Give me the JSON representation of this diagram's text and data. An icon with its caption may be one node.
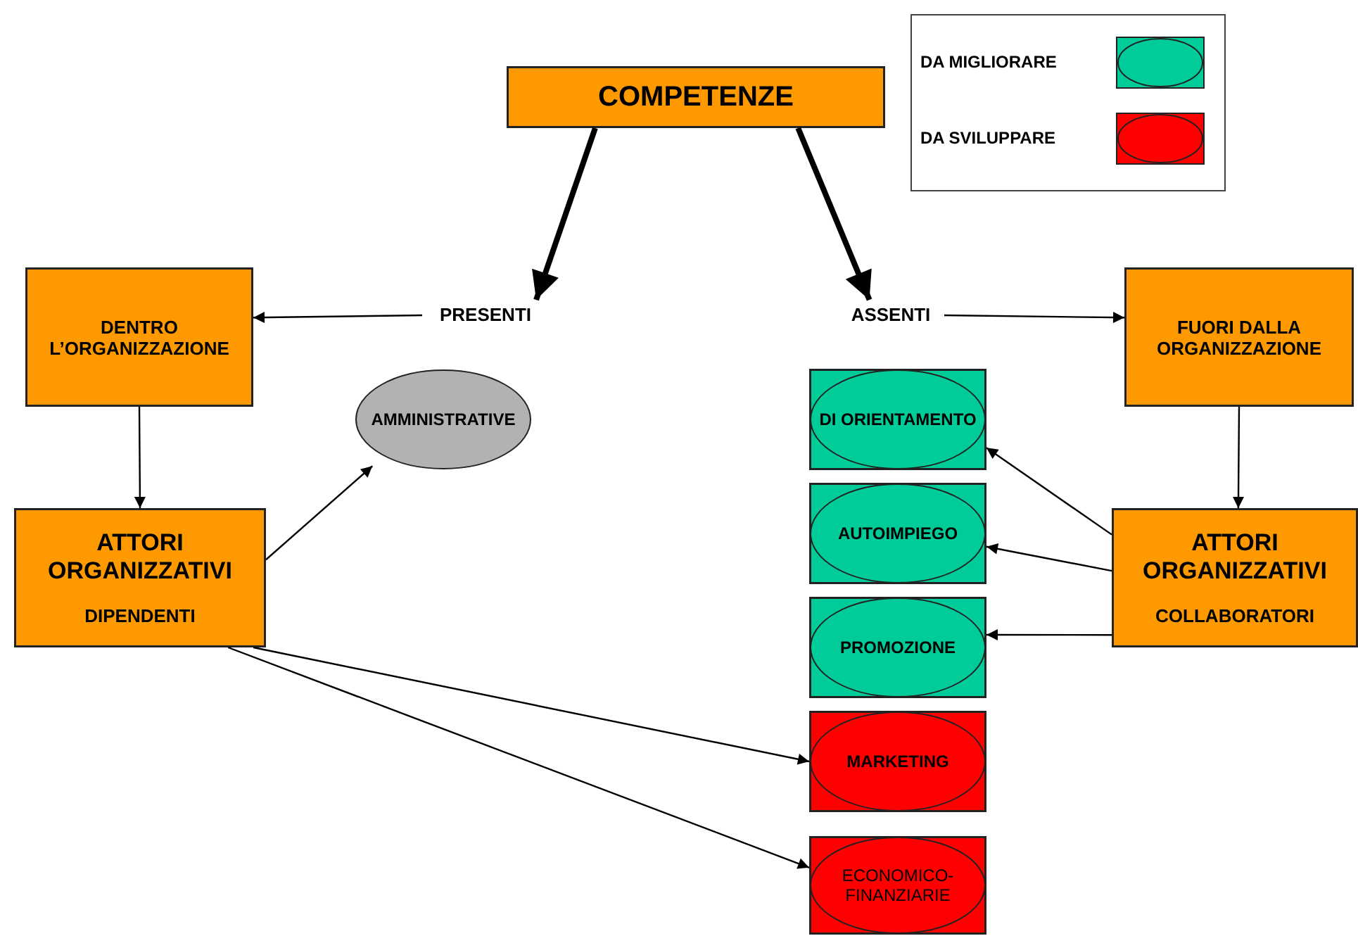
{
  "diagram": {
    "nodes": [
      {
        "text": [
          "COMPETENZE"
        ]
      },
      {
        "text": [
          "PRESENTI"
        ]
      },
      {
        "text": [
          "ASSENTI"
        ]
      },
      {
        "text": [
          "DENTRO L’ORGANIZZAZIONE"
        ]
      },
      {
        "text": [
          "FUORI DALLA ORGANIZZAZIONE"
        ]
      },
      {
        "text": [
          "AMMINISTRATIVE"
        ]
      },
      {
        "text": [
          "ATTORI ORGANIZZATIVI",
          "DIPENDENTI"
        ]
      },
      {
        "text": [
          "DI ORIENTAMENTO"
        ]
      },
      {
        "text": [
          "AUTOIMPIEGO"
        ]
      },
      {
        "text": [
          "PROMOZIONE"
        ]
      },
      {
        "text": [
          "MARKETING"
        ]
      },
      {
        "text": [
          "ECONOMICO-FINANZIARIE"
        ]
      },
      {
        "text": [
          "ATTORI ORGANIZZATIVI",
          "COLLABORATORI"
        ]
      }
    ],
    "edges": [
      {
        "from": 0,
        "to": 1,
        "arrow": "to",
        "style": "thick"
      },
      {
        "from": 0,
        "to": 2,
        "arrow": "to",
        "style": "thick"
      },
      {
        "from": 1,
        "to": 3,
        "arrow": "to"
      },
      {
        "from": 2,
        "to": 4,
        "arrow": "to"
      },
      {
        "from": 3,
        "to": 6,
        "arrow": "to"
      },
      {
        "from": 4,
        "to": 12,
        "arrow": "to"
      },
      {
        "from": 6,
        "to": 5,
        "arrow": "to"
      },
      {
        "from": 6,
        "to": 10,
        "arrow": "to"
      },
      {
        "from": 6,
        "to": 11,
        "arrow": "to"
      },
      {
        "from": 12,
        "to": 7,
        "arrow": "to"
      },
      {
        "from": 12,
        "to": 8,
        "arrow": "to"
      },
      {
        "from": 12,
        "to": 9,
        "arrow": "to"
      }
    ],
    "legend": [
      {
        "text": "DA MIGLIORARE",
        "color": "#00cc99"
      },
      {
        "text": "DA SVILUPPARE",
        "color": "#ff0000"
      }
    ]
  }
}
